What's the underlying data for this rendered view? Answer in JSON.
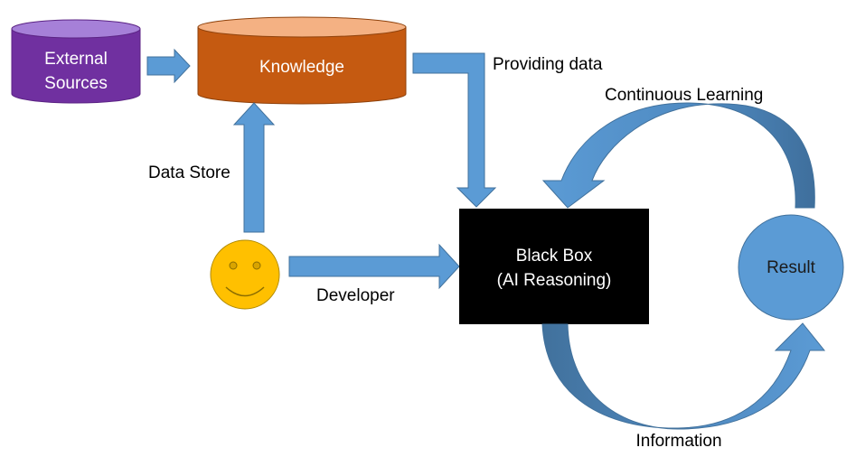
{
  "nodes": {
    "external_sources": {
      "line1": "External",
      "line2": "Sources",
      "color_top": "#A680D8",
      "color_body": "#7030A0"
    },
    "knowledge": {
      "label": "Knowledge",
      "color_top": "#F4B183",
      "color_body": "#C55A11"
    },
    "black_box": {
      "line1": "Black Box",
      "line2": "(AI Reasoning)",
      "color": "#000000"
    },
    "result": {
      "label": "Result",
      "color": "#5B9BD5"
    },
    "developer_face": {
      "icon": "smiley-face-icon",
      "color": "#FFC000"
    }
  },
  "edges": {
    "providing_data": "Providing data",
    "continuous_learning": "Continuous Learning",
    "data_store": "Data Store",
    "developer": "Developer",
    "information": "Information"
  },
  "colors": {
    "arrow": "#5B9BD5",
    "arrow_dark": "#41719C"
  }
}
